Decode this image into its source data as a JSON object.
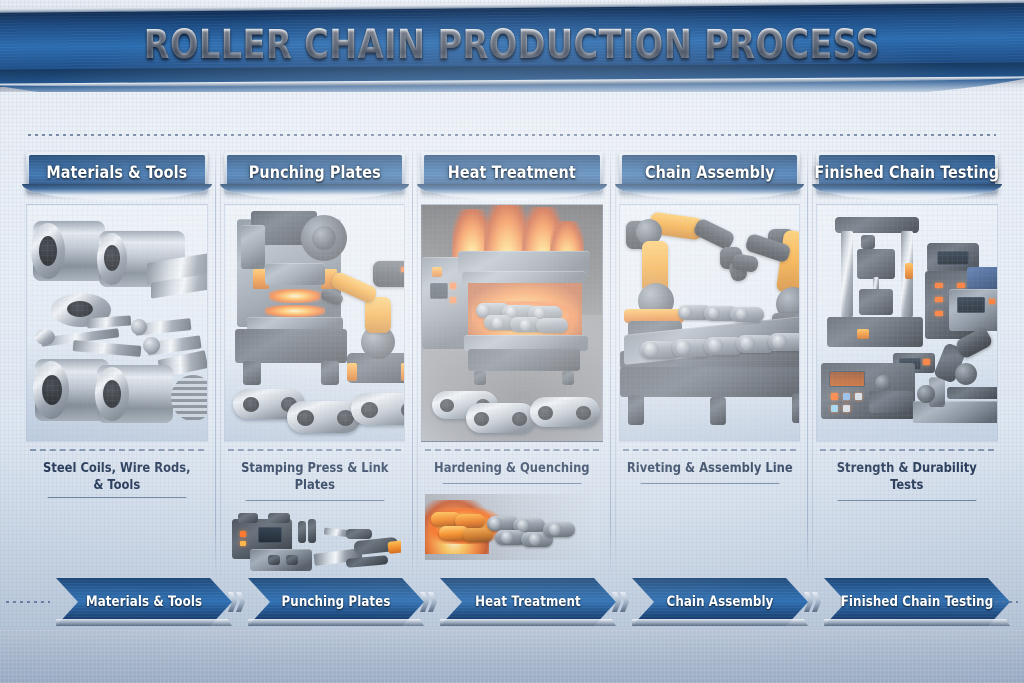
{
  "header": {
    "title": "ROLLER CHAIN PRODUCTION PROCESS"
  },
  "colors": {
    "banner_blue": "#1d4c86",
    "plate_blue": "#245a95",
    "caption_navy": "#14294a",
    "accent_orange": "#f07f14",
    "background": "#e4ebf4",
    "metal_silver": "#c9d2da"
  },
  "columns": [
    {
      "id": "materials-tools",
      "header": "Materials & Tools",
      "caption": "Steel Coils, Wire Rods, & Tools",
      "caption_lines": [
        "Steel Coils, Wire Rods,",
        "& Tools"
      ],
      "illustration": "steel-coils-wire-rods-tools",
      "sub_illustration": null
    },
    {
      "id": "punching-plates",
      "header": "Punching Plates",
      "caption": "Stamping Press & Link Plates",
      "caption_lines": [
        "Stamping Press & Link Plates"
      ],
      "illustration": "stamping-press-robot-link-plates",
      "sub_illustration": "stamping-machine-with-tools"
    },
    {
      "id": "heat-treatment",
      "header": "Heat Treatment",
      "caption": "Hardening & Quenching",
      "caption_lines": [
        "Hardening & Quenching"
      ],
      "illustration": "furnace-with-glowing-chains",
      "sub_illustration": "glowing-quenched-chains"
    },
    {
      "id": "chain-assembly",
      "header": "Chain Assembly",
      "caption": "Riveting & Assembly Line",
      "caption_lines": [
        "Riveting & Assembly Line"
      ],
      "illustration": "robotic-arms-assembly-conveyor",
      "sub_illustration": null
    },
    {
      "id": "finished-chain-testing",
      "header": "Finished Chain Testing",
      "caption": "Strength & Durability Tests",
      "caption_lines": [
        "Strength & Durability Tests"
      ],
      "illustration": "tensile-tester-instruments-microscope",
      "sub_illustration": null
    }
  ],
  "flow": {
    "steps": [
      "Materials & Tools",
      "Punching Plates",
      "Heat Treatment",
      "Chain Assembly",
      "Finished Chain Testing"
    ],
    "separator_icon": "double-chevron-right-icon"
  }
}
